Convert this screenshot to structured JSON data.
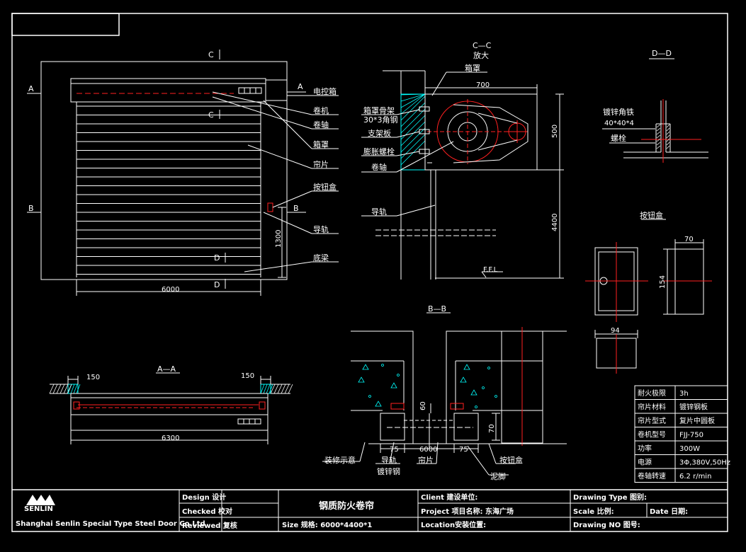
{
  "elevation": {
    "sec_c": "C",
    "sec_a_left": "A",
    "sec_a_right": "A",
    "sec_b_left": "B",
    "sec_b_right": "B",
    "sec_d": "D",
    "dim_width": "6000",
    "dim_button_height": "1300",
    "callouts": [
      "电控箱",
      "卷机",
      "卷轴",
      "箱罩",
      "帘片",
      "按钮盒",
      "导轨",
      "底梁"
    ]
  },
  "section_cc": {
    "title": "C—C",
    "subtitle": "放大",
    "dim_top": "700",
    "dim_box_height": "500",
    "dim_total_height": "4400",
    "floor_label": "F.F.L",
    "labels": [
      "箱罩",
      "箱罩骨架",
      "30*3角钢",
      "支架板",
      "膨胀螺栓",
      "卷轴",
      "导轨"
    ]
  },
  "section_dd": {
    "title": "D—D",
    "labels": [
      "镀锌角铁",
      "40*40*4",
      "螺栓"
    ]
  },
  "button_box": {
    "title": "按钮盒",
    "dim_depth": "70",
    "dim_height": "154",
    "dim_width": "94"
  },
  "section_aa": {
    "title": "A—A",
    "dim_left": "150",
    "dim_right": "150",
    "dim_total": "6300"
  },
  "section_bb": {
    "title": "B—B",
    "dim_60": "60",
    "dim_75_left": "75",
    "dim_6000": "6000",
    "dim_75_right": "75",
    "dim_70": "70",
    "labels": [
      "装修示意",
      "导轨",
      "镀锌钢",
      "帘片",
      "按钮盒",
      "泥脚"
    ]
  },
  "specs": [
    {
      "key": "耐火极限",
      "value": "3h"
    },
    {
      "key": "帘片材料",
      "value": "镀锌钢板"
    },
    {
      "key": "帘片型式",
      "value": "复片中圆板"
    },
    {
      "key": "卷机型号",
      "value": "FJJ-750"
    },
    {
      "key": "功率",
      "value": "300W"
    },
    {
      "key": "电源",
      "value": "3Φ,380V,50Hz"
    },
    {
      "key": "卷轴转速",
      "value": "6.2 r/min"
    }
  ],
  "title_block": {
    "logo_text": "SENLIN",
    "company": "Shanghai Senlin Special Type Steel Door Co.Ltd",
    "design": "Design  设计",
    "checked": "Checked 校对",
    "reviewed": "Reviewed 复核",
    "drawing_name": "钢质防火卷帘",
    "size": "Size 规格:  6000*4400*1",
    "client": "Client  建设单位:",
    "project": "Project 项目名称: 东海广场",
    "location": "Location安装位置:",
    "drawing_type": "Drawing Type 图别:",
    "scale": "Scale  比例:",
    "date": "Date  日期:",
    "drawing_no": "Drawing  NO 图号:"
  },
  "colors": {
    "background": "#000000",
    "line": "#ffffff",
    "center_line": "#ff2020",
    "hatch": "#00ffff",
    "accent": "#ff0000"
  }
}
